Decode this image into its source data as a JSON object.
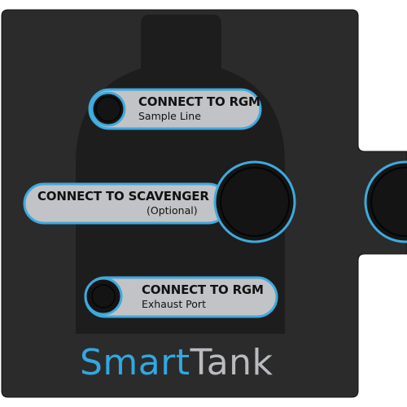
{
  "connectors": [
    {
      "title": "CONNECT TO RGM",
      "subtitle": "Sample Line"
    },
    {
      "title": "CONNECT TO SCAVENGER",
      "subtitle": "(Optional)"
    },
    {
      "title": "CONNECT TO RGM",
      "subtitle": "Exhaust Port"
    }
  ],
  "brand": {
    "part1": "Smart",
    "part2": "Tank"
  },
  "colors": {
    "panel": "#2b2b2c",
    "bottle": "#1d1d1e",
    "label_fill": "#c2c3c6",
    "accent_blue": "#3fa9dc",
    "port": "#141414",
    "brand_blue": "#33a7e0",
    "brand_gray": "#b9bbbf"
  }
}
